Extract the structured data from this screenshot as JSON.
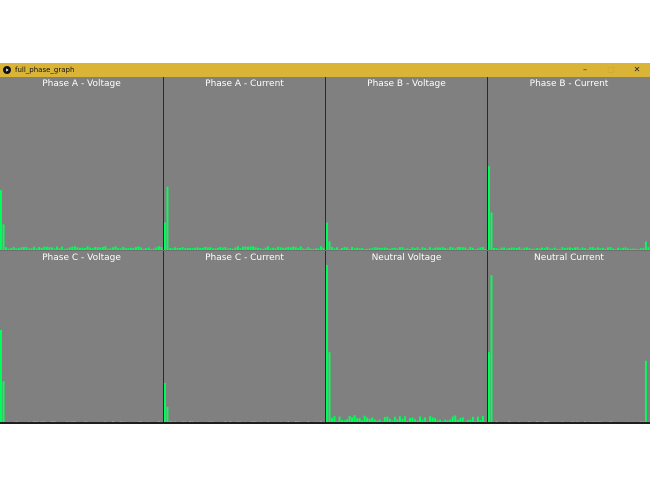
{
  "window": {
    "title": "full_phase_graph",
    "controls": {
      "minimize": "–",
      "maximize": "□",
      "close": "✕"
    }
  },
  "colors": {
    "bar": "#00ff59",
    "panel_bg": "#808080",
    "titlebar": "#d9b437"
  },
  "panels": [
    {
      "title": "Phase A - Voltage",
      "spikes": [
        {
          "bin": 0,
          "level": 0.35
        },
        {
          "bin": 1,
          "level": 0.15
        }
      ],
      "noise": 0.015
    },
    {
      "title": "Phase A - Current",
      "spikes": [
        {
          "bin": 0,
          "level": 0.16
        },
        {
          "bin": 1,
          "level": 0.37
        }
      ],
      "noise": 0.015
    },
    {
      "title": "Phase B - Voltage",
      "spikes": [
        {
          "bin": 0,
          "level": 0.16
        },
        {
          "bin": 1,
          "level": 0.05
        }
      ],
      "noise": 0.012
    },
    {
      "title": "Phase B - Current",
      "spikes": [
        {
          "bin": 0,
          "level": 0.49
        },
        {
          "bin": 1,
          "level": 0.22
        },
        {
          "bin": 62,
          "level": 0.05
        }
      ],
      "noise": 0.012
    },
    {
      "title": "Phase C - Voltage",
      "spikes": [
        {
          "bin": 0,
          "level": 0.55
        },
        {
          "bin": 1,
          "level": 0.25
        }
      ],
      "noise": 0.012
    },
    {
      "title": "Phase C - Current",
      "spikes": [
        {
          "bin": 0,
          "level": 0.24
        },
        {
          "bin": 1,
          "level": 0.1
        }
      ],
      "noise": 0.012
    },
    {
      "title": "Neutral Voltage",
      "spikes": [
        {
          "bin": 0,
          "level": 0.93
        },
        {
          "bin": 1,
          "level": 0.42
        }
      ],
      "noise": 0.035
    },
    {
      "title": "Neutral Current",
      "spikes": [
        {
          "bin": 0,
          "level": 0.42
        },
        {
          "bin": 1,
          "level": 0.87
        },
        {
          "bin": 62,
          "level": 0.37
        }
      ],
      "noise": 0.012
    }
  ]
}
